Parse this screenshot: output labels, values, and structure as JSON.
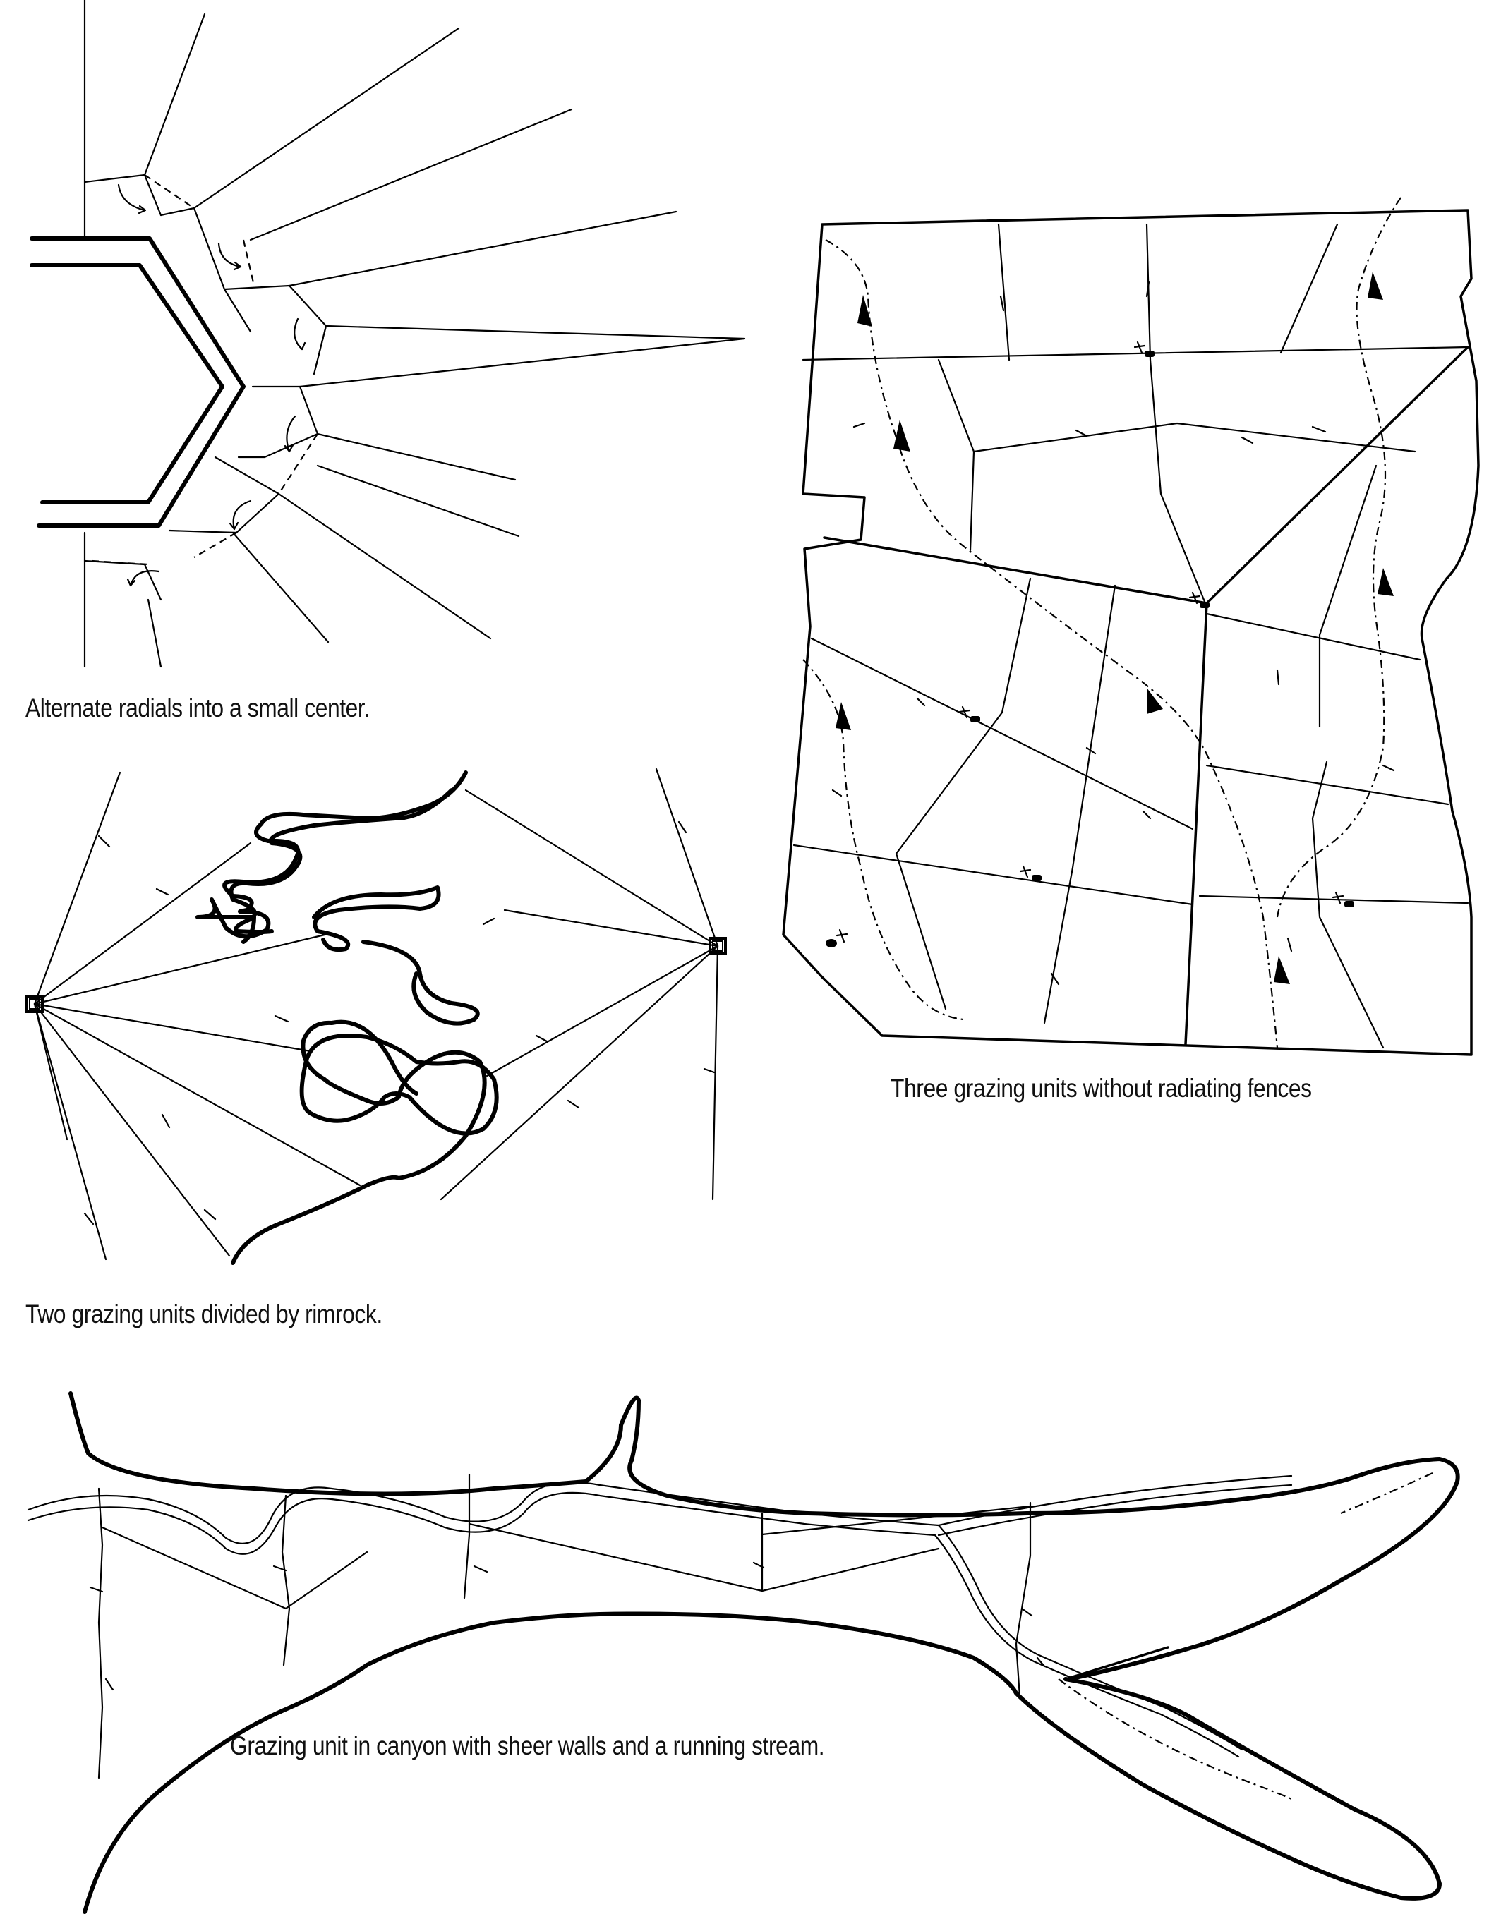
{
  "captions": {
    "radials": "Alternate radials into a small center.",
    "rimrock": "Two grazing units divided by rimrock.",
    "three_units": "Three grazing units without radiating fences",
    "canyon": "Grazing unit in canyon with sheer walls and a running stream."
  },
  "colors": {
    "ink": "#000000",
    "paper": "#ffffff"
  },
  "icons": [
    "watering-point-icon",
    "direction-arrow-icon",
    "gate-swing-arrow-icon",
    "corner-post-icon"
  ]
}
